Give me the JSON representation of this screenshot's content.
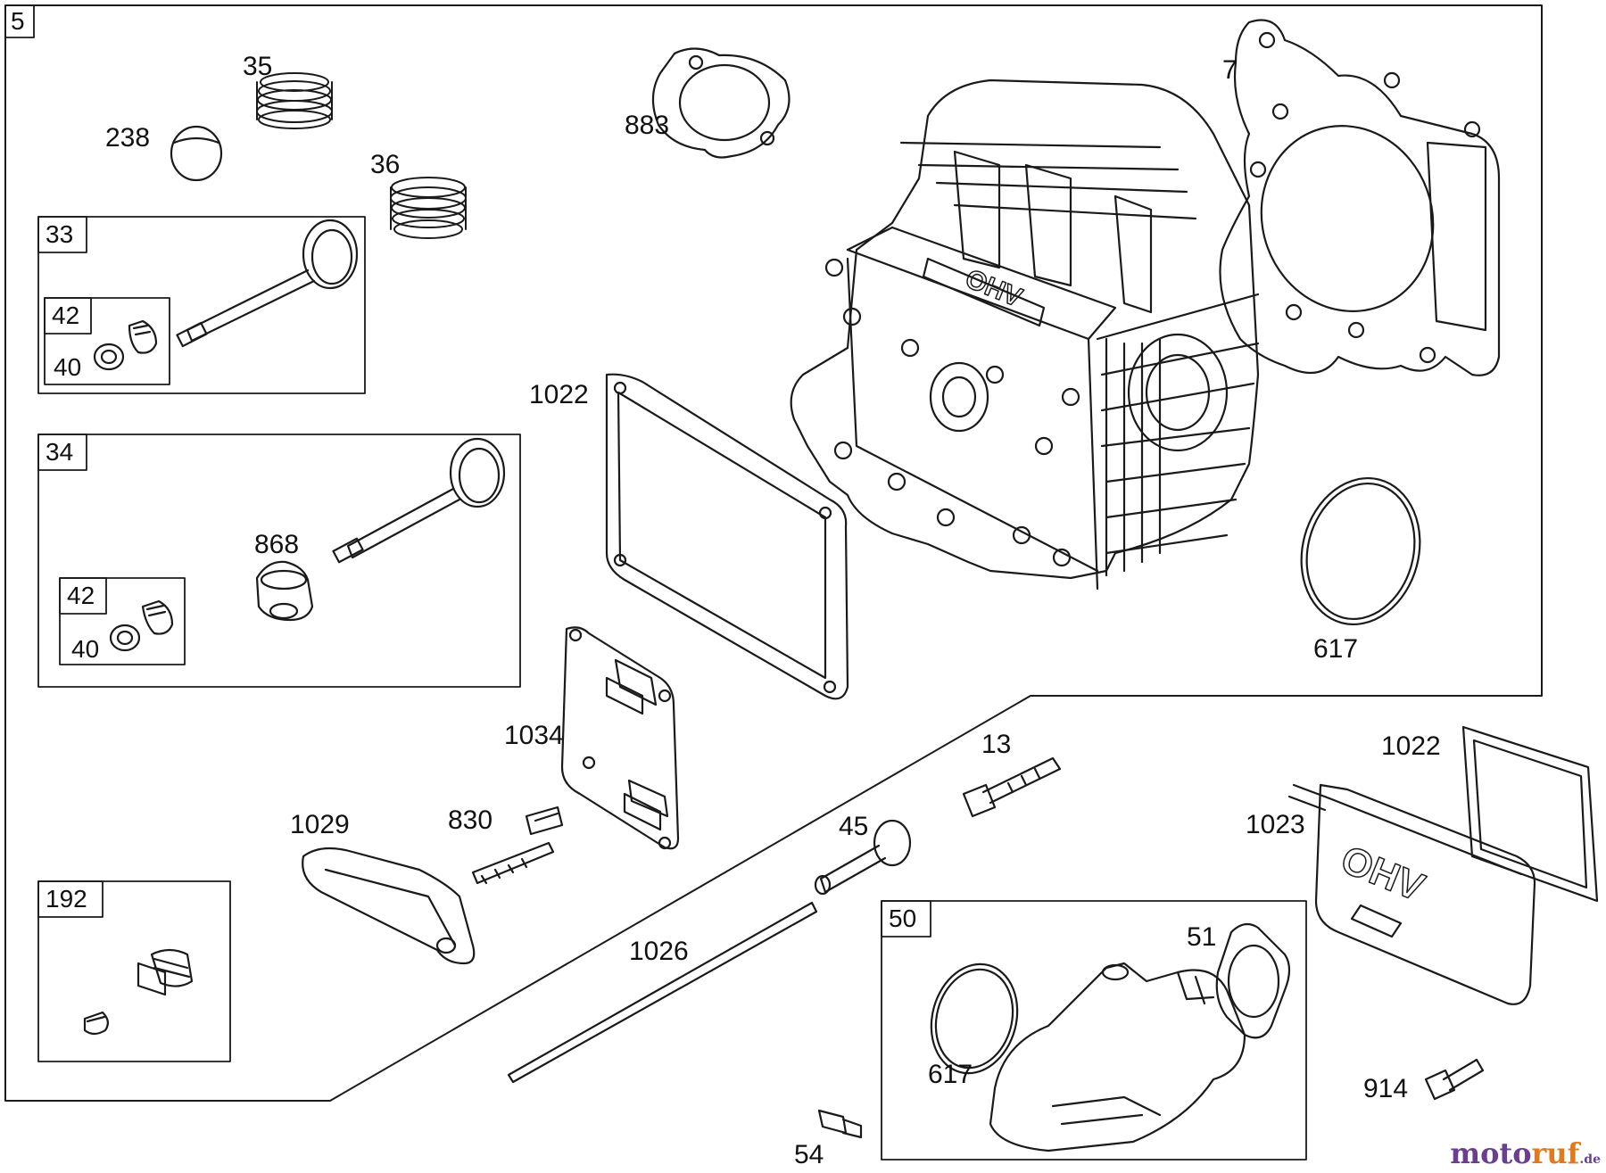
{
  "diagram": {
    "frame_label": "5",
    "callouts": {
      "p35": "35",
      "p238": "238",
      "p36": "36",
      "p883": "883",
      "p7": "7",
      "p1022a": "1022",
      "p868": "868",
      "p617a": "617",
      "p1034": "1034",
      "p13": "13",
      "p1022b": "1022",
      "p1029": "1029",
      "p830": "830",
      "p45": "45",
      "p1023": "1023",
      "p1026": "1026",
      "p51": "51",
      "p617b": "617",
      "p914": "914",
      "p54": "54"
    },
    "group_boxes": {
      "b33": "33",
      "b42a": "42",
      "b40a": "40",
      "b34": "34",
      "b42b": "42",
      "b40b": "40",
      "b192": "192",
      "b50": "50"
    },
    "watermark": {
      "brand_a": "moto",
      "brand_b": "ruf",
      "suffix": ".de",
      "color_a": "#6a3f8f",
      "color_b": "#e07a1f"
    }
  }
}
